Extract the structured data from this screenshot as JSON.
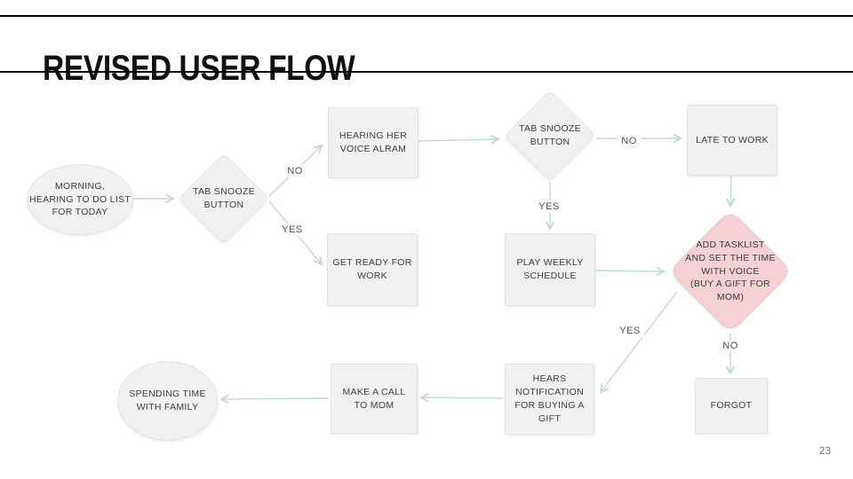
{
  "slide": {
    "title": "REVISED USER FLOW",
    "page_number": "23"
  },
  "colors": {
    "arrow": "#c3d9d3",
    "node_fill": "#f1f1f1",
    "node_border": "#e3e3e3",
    "pink_fill": "#f3d1d5",
    "pink_border": "#edc5ca",
    "node_text": "#3c3c3c"
  },
  "nodes": {
    "start": {
      "text": "MORNING,\nHEARING TO DO LIST\nFOR TODAY"
    },
    "snooze1": {
      "text": "TAB SNOOZE\nBUTTON"
    },
    "alarm": {
      "text": "HEARING HER\nVOICE ALRAM"
    },
    "snooze2": {
      "text": "TAB SNOOZE\nBUTTON"
    },
    "late": {
      "text": "LATE TO WORK"
    },
    "ready": {
      "text": "GET READY FOR\nWORK"
    },
    "schedule": {
      "text": "PLAY WEEKLY\nSCHEDULE"
    },
    "tasklist": {
      "text": "ADD TASKLIST\nAND SET THE TIME\nWITH VOICE\n(BUY A GIFT FOR\nMOM)"
    },
    "forgot": {
      "text": "FORGOT"
    },
    "notification": {
      "text": "HEARS\nNOTIFICATION\nFOR BUYING A\nGIFT"
    },
    "call": {
      "text": "MAKE A CALL\nTO MOM"
    },
    "family": {
      "text": "SPENDING TIME\nWITH FAMILY"
    }
  },
  "labels": {
    "no1": "NO",
    "yes1": "YES",
    "no2": "NO",
    "yes2": "YES",
    "yes3": "YES",
    "no3": "NO"
  }
}
